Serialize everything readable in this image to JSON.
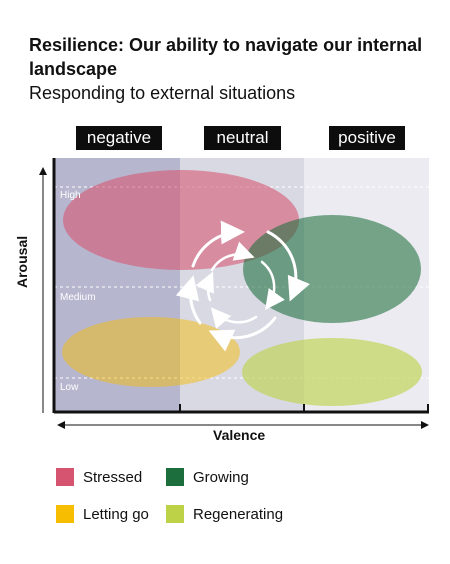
{
  "title": "Resilience: Our ability to navigate our internal landscape",
  "subtitle": "Responding to external situations",
  "valence_bands": [
    "negative",
    "neutral",
    "positive"
  ],
  "levels": {
    "high": "High",
    "medium": "Medium",
    "low": "Low"
  },
  "axes": {
    "y_label": "Arousal",
    "x_label": "Valence"
  },
  "legend": [
    {
      "label": "Stressed",
      "color": "#d6546f"
    },
    {
      "label": "Growing",
      "color": "#1d6e3d"
    },
    {
      "label": "Letting go",
      "color": "#f7bd00"
    },
    {
      "label": "Regenerating",
      "color": "#bdd246"
    }
  ],
  "colors": {
    "band_negative": "#b7b6cf",
    "band_neutral": "#d9d9e4",
    "band_positive": "#ebebf1",
    "stressed": "#d6546f",
    "growing": "#1d6e3d",
    "letting_go": "#f7bd00",
    "regenerating": "#bdd246",
    "cycle_arrows": "#ffffff"
  },
  "icons": [
    "cycle-arrows-icon",
    "axis-arrow-icon"
  ]
}
